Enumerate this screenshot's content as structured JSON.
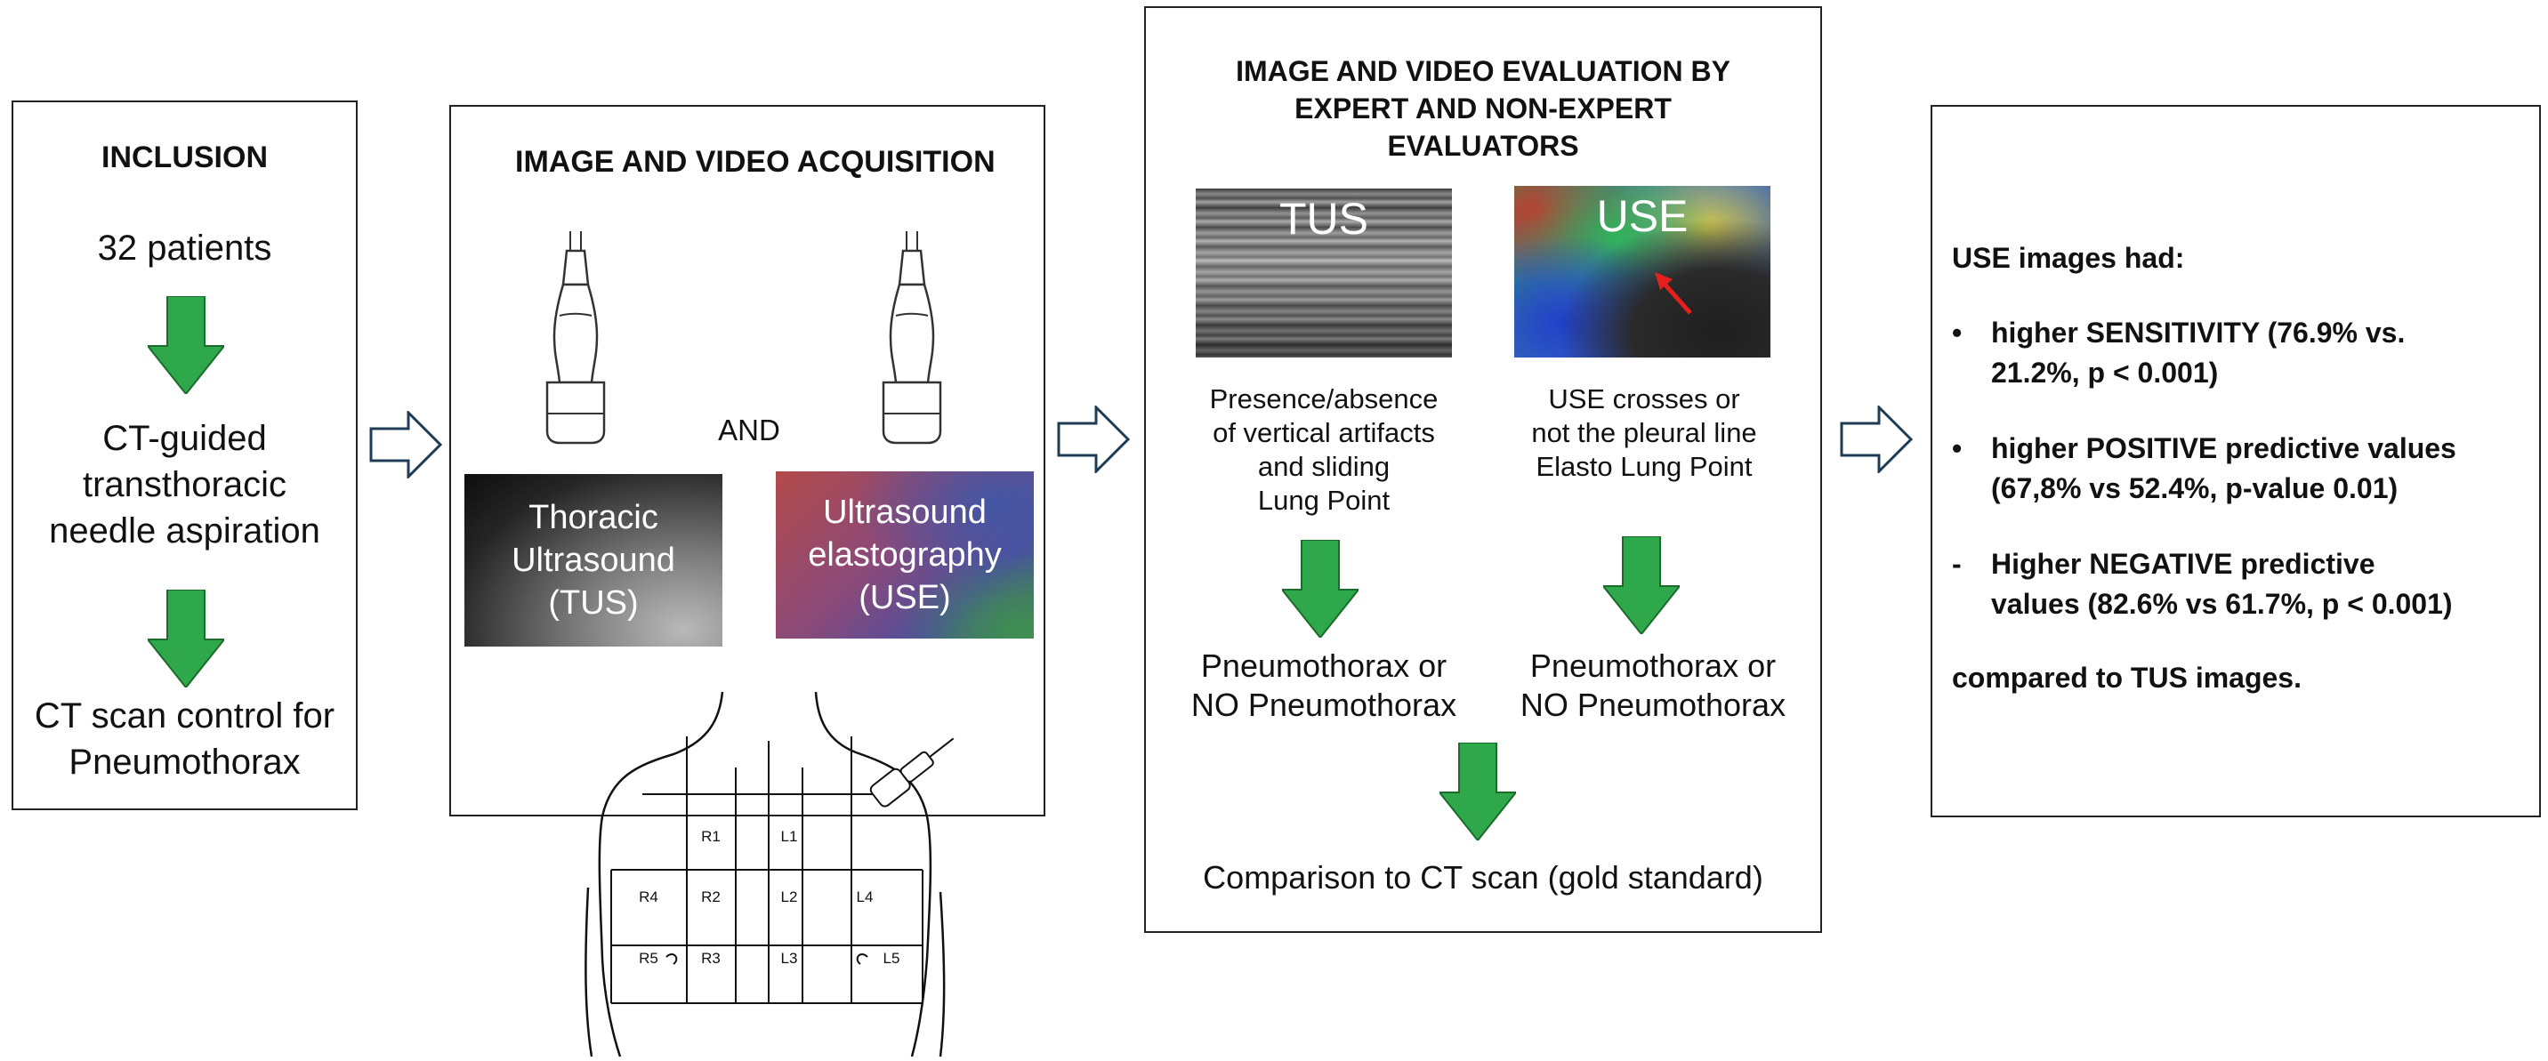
{
  "inclusion": {
    "title": "INCLUSION",
    "patients": "32 patients",
    "procedure": [
      "CT-guided",
      "transthoracic",
      "needle aspiration"
    ],
    "control": [
      "CT scan control for",
      "Pneumothorax"
    ]
  },
  "acquisition": {
    "title": "IMAGE AND VIDEO ACQUISITION",
    "and_label": "AND",
    "tus_label": [
      "Thoracic",
      "Ultrasound",
      "(TUS)"
    ],
    "use_label": [
      "Ultrasound",
      "elastography",
      "(USE)"
    ],
    "chest_zones": [
      "R1",
      "L1",
      "R4",
      "R2",
      "L2",
      "L4",
      "R5",
      "R3",
      "L3",
      "L5"
    ]
  },
  "evaluation": {
    "title": [
      "IMAGE AND VIDEO EVALUATION BY",
      "EXPERT AND NON-EXPERT",
      "EVALUATORS"
    ],
    "tus_image_label": "TUS",
    "use_image_label": "USE",
    "tus_criteria": [
      "Presence/absence",
      "of vertical artifacts",
      "and sliding",
      "Lung Point"
    ],
    "use_criteria": [
      "USE crosses or",
      "not the pleural line",
      "Elasto Lung Point"
    ],
    "tus_outcome": [
      "Pneumothorax or",
      "NO Pneumothorax"
    ],
    "use_outcome": [
      "Pneumothorax or",
      "NO Pneumothorax"
    ],
    "comparison": "Comparison to CT scan (gold standard)"
  },
  "results": {
    "heading": "USE images had:",
    "items": [
      {
        "marker": "•",
        "lines": [
          "higher SENSITIVITY  (76.9% vs.",
          "21.2%, p < 0.001)"
        ]
      },
      {
        "marker": "•",
        "lines": [
          "higher POSITIVE predictive values",
          "(67,8% vs 52.4%, p-value 0.01)"
        ]
      },
      {
        "marker": "-",
        "lines": [
          "Higher NEGATIVE predictive",
          "values (82.6% vs 61.7%, p < 0.001)"
        ]
      }
    ],
    "footer": "compared to TUS images."
  },
  "colors": {
    "arrow_green": "#2ea84a",
    "arrow_outline": "#1f3c56",
    "border": "#222222"
  },
  "icons": [
    "green-down-arrow-icon",
    "hollow-right-arrow-icon",
    "ultrasound-probe-icon",
    "red-arrow-icon"
  ]
}
